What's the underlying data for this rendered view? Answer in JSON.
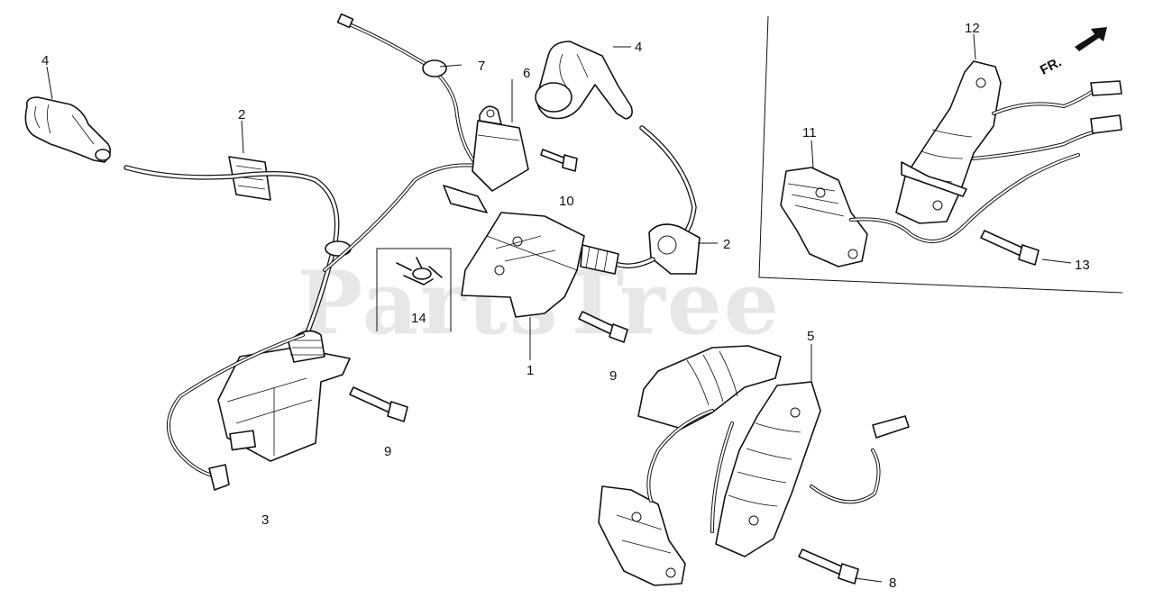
{
  "watermark": "PartsTree",
  "direction_label": "FR.",
  "callouts": {
    "ignition_coil_1": "1",
    "grommet_left": "2",
    "grommet_right": "2",
    "ignition_coil_3": "3",
    "plug_cap_left": "4",
    "plug_cap_right": "4",
    "charge_coil_assembly": "5",
    "diode_module": "6",
    "stop_wire_grommet": "7",
    "bolt_8": "8",
    "bolt_9_center": "9",
    "bolt_9_left": "9",
    "bolt_10": "10",
    "exciter_coil_11": "11",
    "charge_coil_12": "12",
    "bolt_13": "13",
    "wire_clip_14": "14"
  }
}
